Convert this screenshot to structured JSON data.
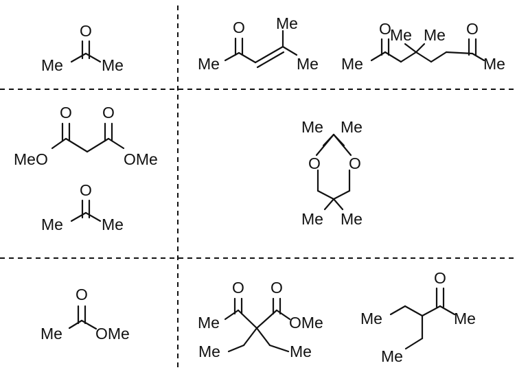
{
  "figure": {
    "ink_color": "#111111",
    "background_color": "#ffffff"
  },
  "panels": {
    "acetone_top": {
      "o": "O",
      "me_left": "Me",
      "me_right": "Me"
    },
    "mesityl_oxide": {
      "o": "O",
      "me_top": "Me",
      "me_left": "Me",
      "me_right": "Me"
    },
    "diketone": {
      "o_left": "O",
      "o_right": "O",
      "me_left": "Me",
      "me_top_a": "Me",
      "me_top_b": "Me",
      "me_right": "Me"
    },
    "dimethyl_malonate": {
      "o_left": "O",
      "o_right": "O",
      "meo": "MeO",
      "ome": "OMe"
    },
    "acetone_mid": {
      "o": "O",
      "me_left": "Me",
      "me_right": "Me"
    },
    "dioxane": {
      "me_top_left": "Me",
      "me_top_right": "Me",
      "o_left": "O",
      "o_right": "O",
      "me_bottom_left": "Me",
      "me_bottom_right": "Me"
    },
    "methyl_acetate": {
      "o": "O",
      "me": "Me",
      "ome": "OMe"
    },
    "keto_ester": {
      "o_left": "O",
      "o_right": "O",
      "me_top": "Me",
      "ome": "OMe",
      "me_bottom_left": "Me",
      "me_bottom_right": "Me"
    },
    "ethyl_ketone": {
      "o": "O",
      "me_left": "Me",
      "me_right": "Me",
      "me_bottom": "Me"
    }
  }
}
